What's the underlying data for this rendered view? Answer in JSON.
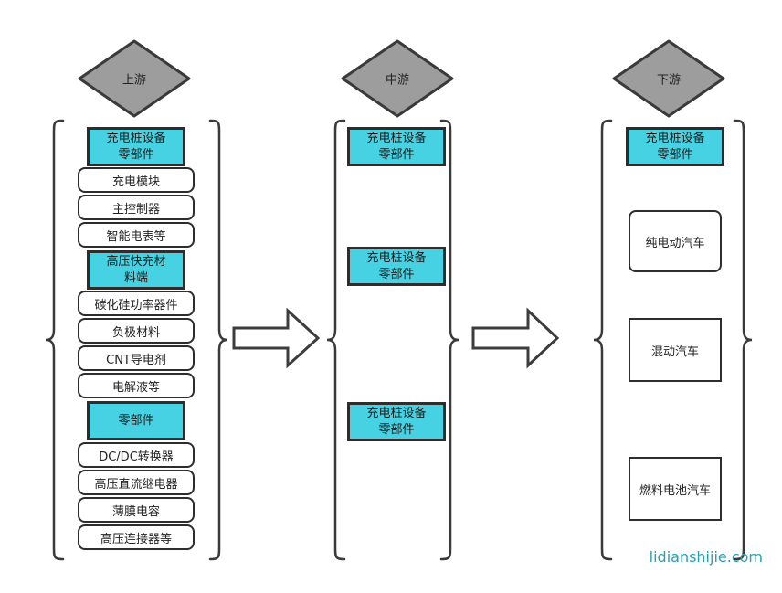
{
  "colors": {
    "box_fill_cyan": "#46d2e2",
    "diamond_fill_gray": "#9d9d9d",
    "outline_dark": "#2d2d2d",
    "watermark_teal": "#2b9fb0",
    "background": "#ffffff"
  },
  "columns": [
    {
      "stage": "上游",
      "groups": [
        {
          "header": "充电桩设备零部件",
          "items": [
            "充电模块",
            "主控制器",
            "智能电表等"
          ]
        },
        {
          "header": "高压快充材料端",
          "items": [
            "碳化硅功率器件",
            "负极材料",
            "CNT导电剂",
            "电解液等"
          ]
        },
        {
          "header": "零部件",
          "items": [
            "DC/DC转换器",
            "高压直流继电器",
            "薄膜电容",
            "高压连接器等"
          ]
        }
      ]
    },
    {
      "stage": "中游",
      "boxes": [
        "充电桩设备零部件",
        "充电桩设备零部件",
        "充电桩设备零部件"
      ]
    },
    {
      "stage": "下游",
      "header": "充电桩设备零部件",
      "items": [
        "纯电动汽车",
        "混动汽车",
        "燃料电池汽车"
      ]
    }
  ],
  "watermark": {
    "text": "lidianshijie.com"
  }
}
